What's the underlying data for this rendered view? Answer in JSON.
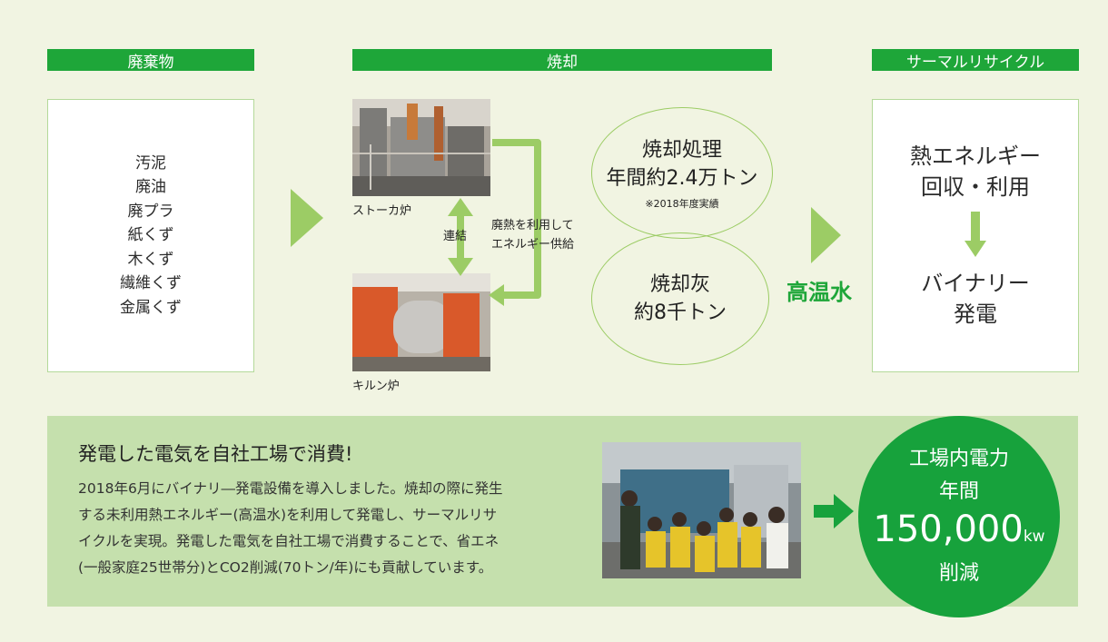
{
  "headers": {
    "waste": "廃棄物",
    "incineration": "焼却",
    "thermal_recycle": "サーマルリサイクル"
  },
  "waste_items": [
    "汚泥",
    "廃油",
    "廃プラ",
    "紙くず",
    "木くず",
    "繊維くず",
    "金属くず"
  ],
  "furnaces": {
    "stoker_caption": "ストーカ炉",
    "kiln_caption": "キルン炉",
    "link_label": "連結",
    "heat_label_line1": "廃熱を利用して",
    "heat_label_line2": "エネルギー供給"
  },
  "circles": {
    "processing_line1": "焼却処理",
    "processing_line2": "年間約2.4万トン",
    "processing_note": "※2018年度実績",
    "ash_line1": "焼却灰",
    "ash_line2": "約8千トン"
  },
  "hot_water_label": "高温水",
  "recycle": {
    "energy_line1": "熱エネルギー",
    "energy_line2": "回収・利用",
    "binary_line1": "バイナリー",
    "binary_line2": "発電"
  },
  "bottom": {
    "title": "発電した電気を自社工場で消費!",
    "body_lines": [
      "2018年6月にバイナリ―発電設備を導入しました。焼却の際に発生",
      "する未利用熱エネルギー(高温水)を利用して発電し、サーマルリサ",
      "イクルを実現。発電した電気を自社工場で消費することで、省エネ",
      "(一般家庭25世帯分)とCO2削減(70トン/年)にも貢献しています。"
    ]
  },
  "power": {
    "line1": "工場内電力",
    "line2": "年間",
    "value": "150,000",
    "unit": "kw",
    "line4": "削減"
  },
  "colors": {
    "brand_green": "#1ea639",
    "light_green": "#9ccc65",
    "panel_green": "#c5e0ad",
    "orange": "#e0622a"
  }
}
